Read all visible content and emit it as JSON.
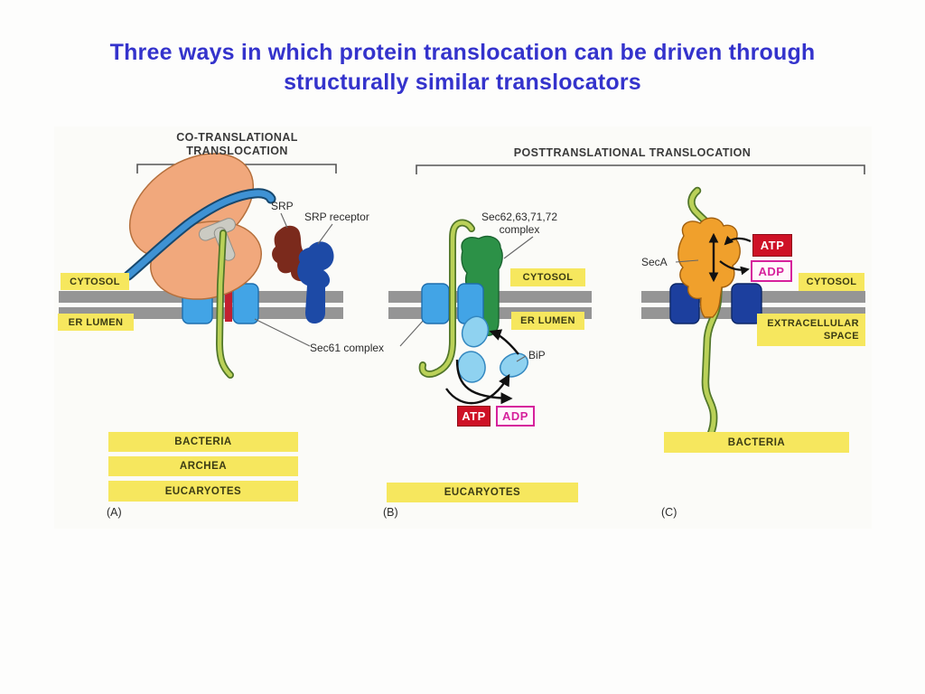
{
  "title": {
    "line1": "Three ways in which protein translocation can be driven through",
    "line2": "structurally similar translocators"
  },
  "figure": {
    "headers": {
      "co_translational_line1": "CO-TRANSLATIONAL",
      "co_translational_line2": "TRANSLOCATION",
      "posttranslational": "POSTTRANSLATIONAL TRANSLOCATION"
    },
    "panel_a": {
      "srp_label": "SRP",
      "srp_receptor_label": "SRP receptor",
      "cytosol_label": "CYTOSOL",
      "er_lumen_label": "ER LUMEN",
      "sec61_label": "Sec61 complex",
      "organisms": [
        "BACTERIA",
        "ARCHEA",
        "EUCARYOTES"
      ],
      "panel_letter": "(A)"
    },
    "panel_b": {
      "complex_label_line1": "Sec62,63,71,72",
      "complex_label_line2": "complex",
      "cytosol_label": "CYTOSOL",
      "er_lumen_label": "ER LUMEN",
      "bip_label": "BiP",
      "atp_label": "ATP",
      "adp_label": "ADP",
      "organisms": [
        "EUCARYOTES"
      ],
      "panel_letter": "(B)"
    },
    "panel_c": {
      "seca_label": "SecA",
      "atp_label": "ATP",
      "adp_label": "ADP",
      "cytosol_label": "CYTOSOL",
      "extracellular_line1": "EXTRACELLULAR",
      "extracellular_line2": "SPACE",
      "organisms": [
        "BACTERIA"
      ],
      "panel_letter": "(C)"
    },
    "colors": {
      "title_blue": "#3433cc",
      "label_yellow": "#f6e75e",
      "membrane_gray": "#959595",
      "ribosome_peach": "#f1a87c",
      "mrna_blue": "#3f92d4",
      "nascent_chain_green": "#bad158",
      "srp_maroon": "#7b2a1c",
      "srp_receptor_blue": "#1d4aa6",
      "sec61_blue": "#42a4e6",
      "sec61_red_stripe": "#c22030",
      "sec62_complex_green": "#2c9147",
      "bip_light_blue": "#8fd2f0",
      "seca_orange": "#f0a02c",
      "bacterial_channel_blue": "#1c3f9e",
      "atp_red": "#ce1126",
      "adp_magenta": "#d6219c"
    }
  }
}
